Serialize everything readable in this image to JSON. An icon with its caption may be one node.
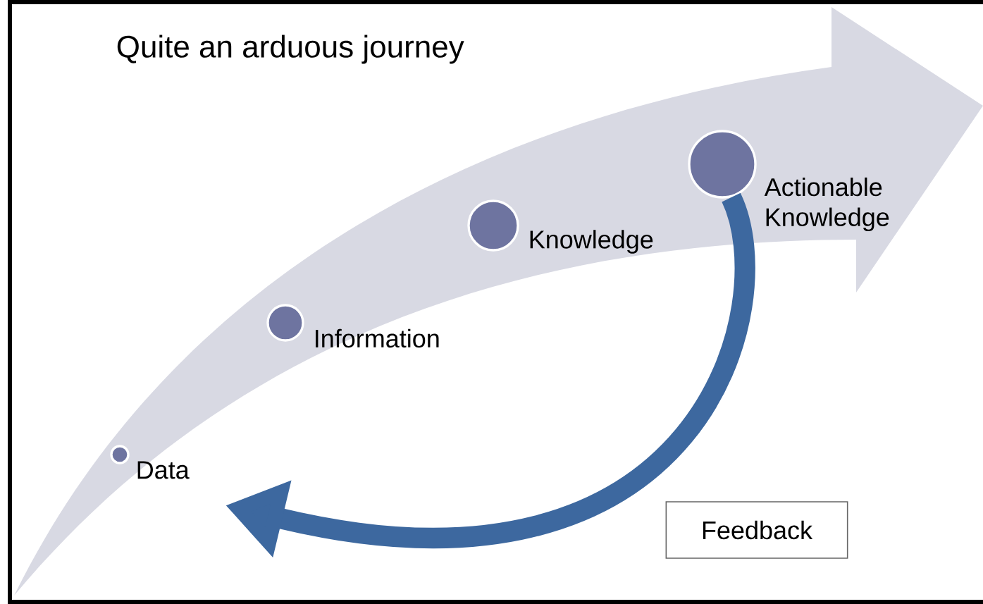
{
  "diagram": {
    "title": "Quite an arduous journey",
    "nodes": [
      {
        "text": [],
        "shape": "circle",
        "beside": [
          "Data"
        ]
      },
      {
        "text": [],
        "shape": "circle",
        "beside": [
          "Information"
        ]
      },
      {
        "text": [],
        "shape": "circle",
        "beside": [
          "Knowledge"
        ]
      },
      {
        "text": [],
        "shape": "circle",
        "beside": [
          "Actionable Knowledge"
        ]
      },
      {
        "text": [
          "Feedback"
        ]
      }
    ],
    "edges": [
      {
        "from": 3,
        "to": 0,
        "arrow": "to",
        "color": "#3d689f"
      }
    ]
  }
}
